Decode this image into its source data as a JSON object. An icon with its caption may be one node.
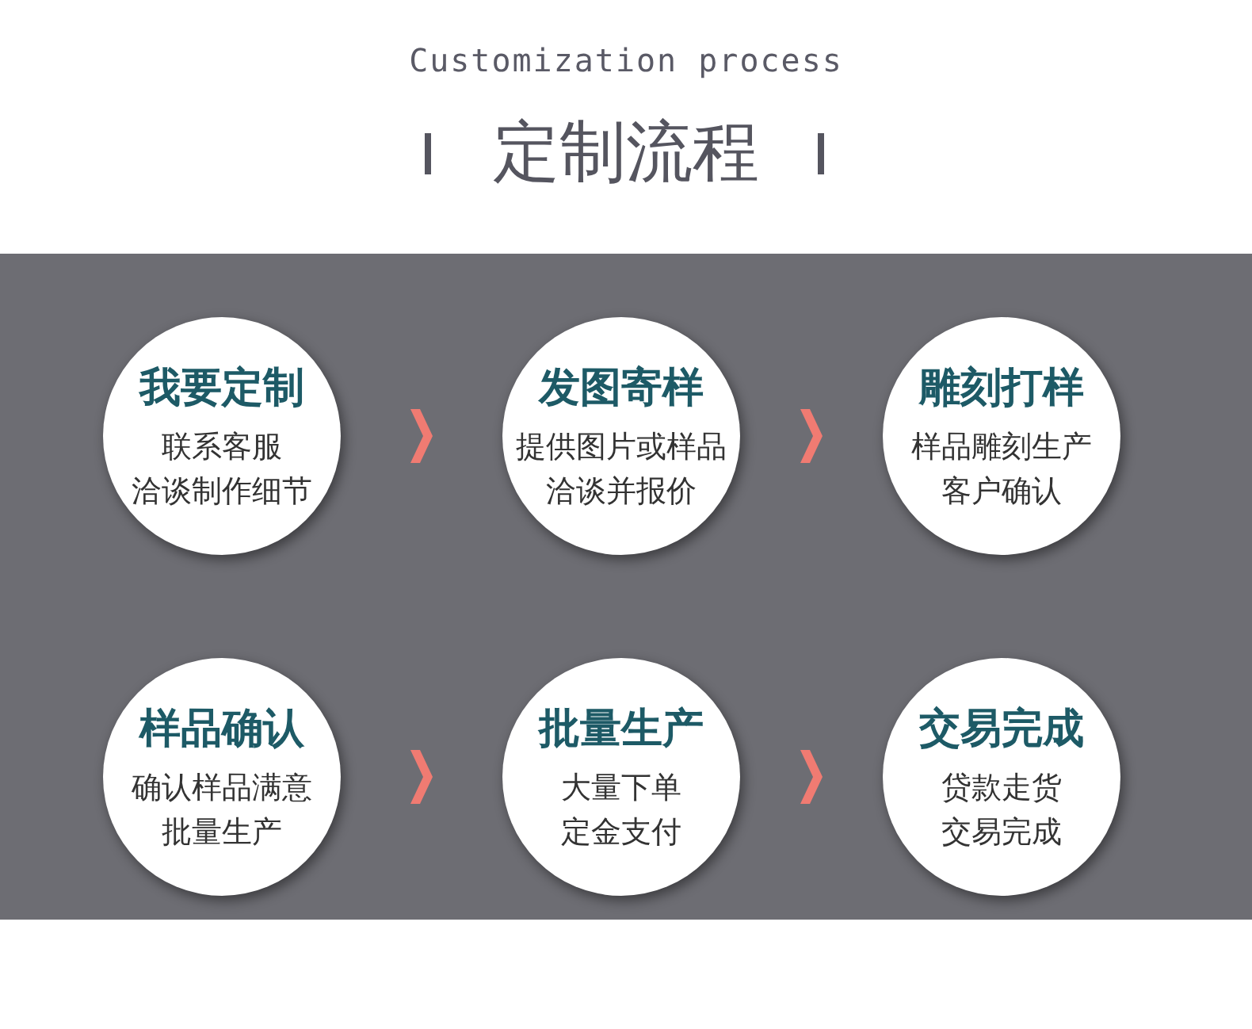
{
  "diagram": {
    "title": "定制流程",
    "labels": [
      "Customization process"
    ],
    "nodes": [
      {
        "text": [
          "我要定制",
          "联系客服",
          "洽谈制作细节"
        ]
      },
      {
        "text": [
          "发图寄样",
          "提供图片或样品",
          "洽谈并报价"
        ]
      },
      {
        "text": [
          "雕刻打样",
          "样品雕刻生产",
          "客户确认"
        ]
      },
      {
        "text": [
          "样品确认",
          "确认样品满意",
          "批量生产"
        ]
      },
      {
        "text": [
          "批量生产",
          "大量下单",
          "定金支付"
        ]
      },
      {
        "text": [
          "交易完成",
          "贷款走货",
          "交易完成"
        ]
      }
    ],
    "edges": [
      {
        "from": 0,
        "to": 1,
        "arrow": "to"
      },
      {
        "from": 1,
        "to": 2,
        "arrow": "to"
      },
      {
        "from": 3,
        "to": 4,
        "arrow": "to"
      },
      {
        "from": 4,
        "to": 5,
        "arrow": "to"
      }
    ]
  }
}
